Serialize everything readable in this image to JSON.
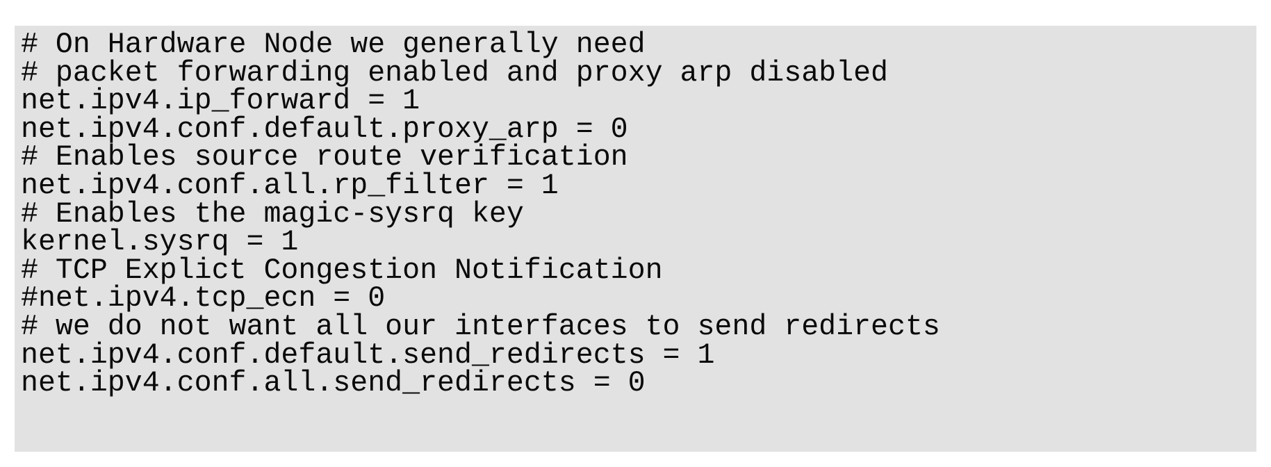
{
  "document": {
    "type": "code-block",
    "language": "sysctl-conf",
    "background_color": "#e2e2e2",
    "page_background_color": "#ffffff",
    "text_color": "#0a0a0a",
    "lines": [
      "# On Hardware Node we generally need",
      "# packet forwarding enabled and proxy arp disabled",
      "net.ipv4.ip_forward = 1",
      "net.ipv4.conf.default.proxy_arp = 0",
      "# Enables source route verification",
      "net.ipv4.conf.all.rp_filter = 1",
      "# Enables the magic-sysrq key",
      "kernel.sysrq = 1",
      "# TCP Explict Congestion Notification",
      "#net.ipv4.tcp_ecn = 0",
      "# we do not want all our interfaces to send redirects",
      "net.ipv4.conf.default.send_redirects = 1",
      "net.ipv4.conf.all.send_redirects = 0"
    ]
  }
}
